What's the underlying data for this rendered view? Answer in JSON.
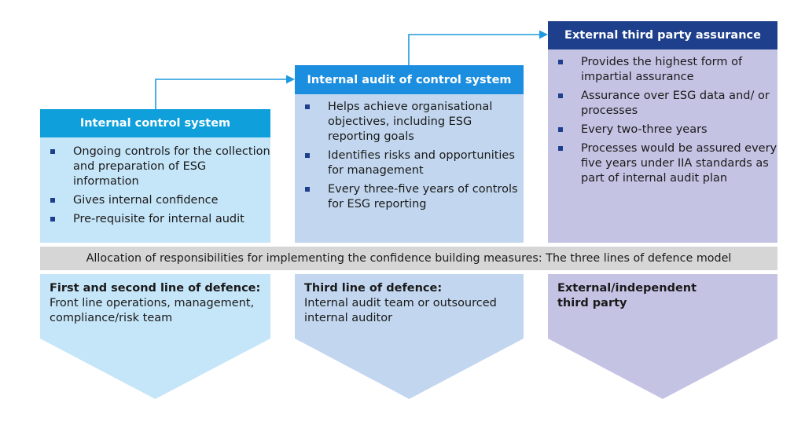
{
  "columns": [
    {
      "header": "Internal control system",
      "bullets": [
        "Ongoing controls for the collection and preparation of ESG information",
        "Gives internal confidence",
        "Pre-requisite for internal audit"
      ]
    },
    {
      "header": "Internal audit of control system",
      "bullets": [
        "Helps achieve organisational objectives, including ESG reporting goals",
        "Identifies risks and opportunities for management",
        "Every three-five years of controls for ESG reporting"
      ]
    },
    {
      "header": "External third party assurance",
      "bullets": [
        "Provides the highest form of impartial assurance",
        "Assurance over ESG data and/ or processes",
        "Every two-three years",
        "Processes would be assured every five years under IIA standards as part of internal audit plan"
      ]
    }
  ],
  "banner": "Allocation of responsibilities for implementing the confidence building measures: The three lines of defence model",
  "lines_of_defence": [
    {
      "title": "First and second line of defence:",
      "desc": "Front line operations, management, compliance/risk team"
    },
    {
      "title": "Third line of defence:",
      "desc": "Internal audit team or outsourced internal auditor"
    },
    {
      "title": "External/independent third party",
      "desc": ""
    }
  ],
  "colors": {
    "col1_header": "#0fa0dc",
    "col1_body": "#c5e5f8",
    "col2_header": "#1c8ee0",
    "col2_body": "#c2d7ef",
    "col3_header": "#1d3f8c",
    "col3_body": "#c4c3e4",
    "bullet": "#1d3f8c",
    "connector": "#1f9ade",
    "banner_bg": "#d6d6d6"
  }
}
